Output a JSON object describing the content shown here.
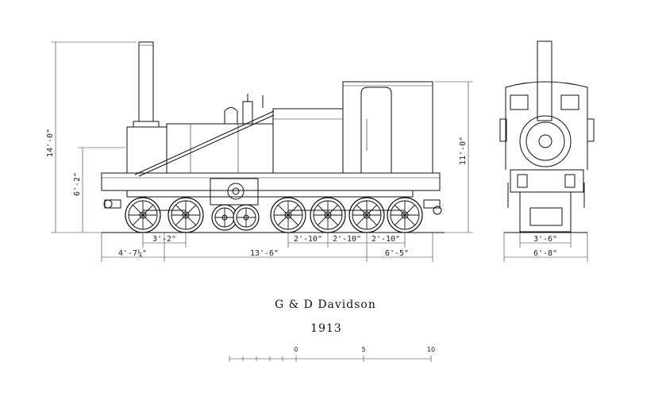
{
  "title": "G & D Davidson",
  "year": "1913",
  "dimensions": {
    "overall_height": "14'-0\"",
    "buffer_height": "6'-2\"",
    "cab_height": "11'-0\"",
    "front_wheelbase": "3'-2\"",
    "front_overhang": "4'-7¼\"",
    "centre_span": "13'-6\"",
    "rear_span": "6'-5\"",
    "axle_spacing_1": "2'-10\"",
    "axle_spacing_2": "2'-10\"",
    "axle_spacing_3": "2'-10\"",
    "end_gauge": "3'-6\"",
    "end_width": "6'-8\""
  },
  "scale": {
    "labels": [
      "0",
      "5",
      "10"
    ]
  }
}
